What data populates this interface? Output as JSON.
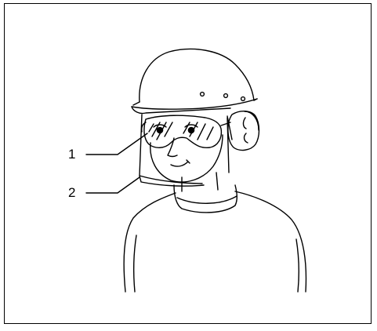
{
  "figure": {
    "callouts": [
      {
        "number": "1",
        "part": "safety-goggles"
      },
      {
        "number": "2",
        "part": "face-shield"
      }
    ],
    "colors": {
      "line": "#000000",
      "background": "#ffffff"
    }
  }
}
